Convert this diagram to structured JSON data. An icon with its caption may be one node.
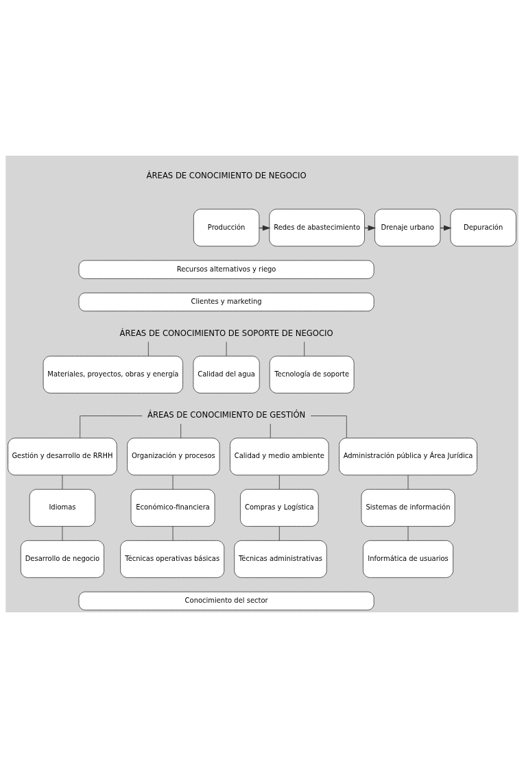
{
  "diagram": {
    "nodes": [
      {
        "text": [
          "Producción"
        ]
      },
      {
        "text": [
          "Redes de abastecimiento"
        ]
      },
      {
        "text": [
          "Drenaje urbano"
        ]
      },
      {
        "text": [
          "Depuración"
        ]
      },
      {
        "text": [
          "Recursos alternativos y riego"
        ]
      },
      {
        "text": [
          "Clientes y marketing"
        ]
      },
      {
        "text": [
          "ÁREAS DE CONOCIMIENTO DE SOPORTE DE NEGOCIO"
        ]
      },
      {
        "text": [
          "Materiales, proyectos, obras y energía"
        ]
      },
      {
        "text": [
          "Calidad del agua"
        ]
      },
      {
        "text": [
          "Tecnología de soporte"
        ]
      },
      {
        "text": [
          "ÁREAS DE CONOCIMIENTO DE GESTIÓN"
        ]
      },
      {
        "text": [
          "Gestión y desarrollo de RRHH"
        ]
      },
      {
        "text": [
          "Organización y procesos"
        ]
      },
      {
        "text": [
          "Calidad y medio ambiente"
        ]
      },
      {
        "text": [
          "Administración pública y Área Jurídica"
        ]
      },
      {
        "text": [
          "Idiomas"
        ]
      },
      {
        "text": [
          "Económico-financiera"
        ]
      },
      {
        "text": [
          "Compras y Logística"
        ]
      },
      {
        "text": [
          "Sistemas de información"
        ]
      },
      {
        "text": [
          "Desarrollo de negocio"
        ]
      },
      {
        "text": [
          "Técnicas operativas básicas"
        ]
      },
      {
        "text": [
          "Técnicas administrativas"
        ]
      },
      {
        "text": [
          "Informática de usuarios"
        ]
      },
      {
        "text": [
          "Conocimiento del sector"
        ]
      }
    ],
    "edges": [
      {
        "from": 0,
        "to": 1,
        "arrow": "to"
      },
      {
        "from": 1,
        "to": 2,
        "arrow": "to"
      },
      {
        "from": 2,
        "to": 3,
        "arrow": "to"
      },
      {
        "from": 6,
        "to": 7,
        "arrow": "none"
      },
      {
        "from": 6,
        "to": 8,
        "arrow": "none"
      },
      {
        "from": 6,
        "to": 9,
        "arrow": "none"
      },
      {
        "from": 10,
        "to": 11,
        "arrow": "none"
      },
      {
        "from": 10,
        "to": 12,
        "arrow": "none"
      },
      {
        "from": 10,
        "to": 13,
        "arrow": "none"
      },
      {
        "from": 10,
        "to": 14,
        "arrow": "none"
      },
      {
        "from": 11,
        "to": 15,
        "arrow": "none"
      },
      {
        "from": 15,
        "to": 19,
        "arrow": "none"
      },
      {
        "from": 12,
        "to": 16,
        "arrow": "none"
      },
      {
        "from": 16,
        "to": 20,
        "arrow": "none"
      },
      {
        "from": 13,
        "to": 17,
        "arrow": "none"
      },
      {
        "from": 17,
        "to": 21,
        "arrow": "none"
      },
      {
        "from": 14,
        "to": 18,
        "arrow": "none"
      },
      {
        "from": 18,
        "to": 22,
        "arrow": "none"
      }
    ],
    "labels": [
      "ÁREAS DE CONOCIMIENTO DE NEGOCIO"
    ]
  }
}
